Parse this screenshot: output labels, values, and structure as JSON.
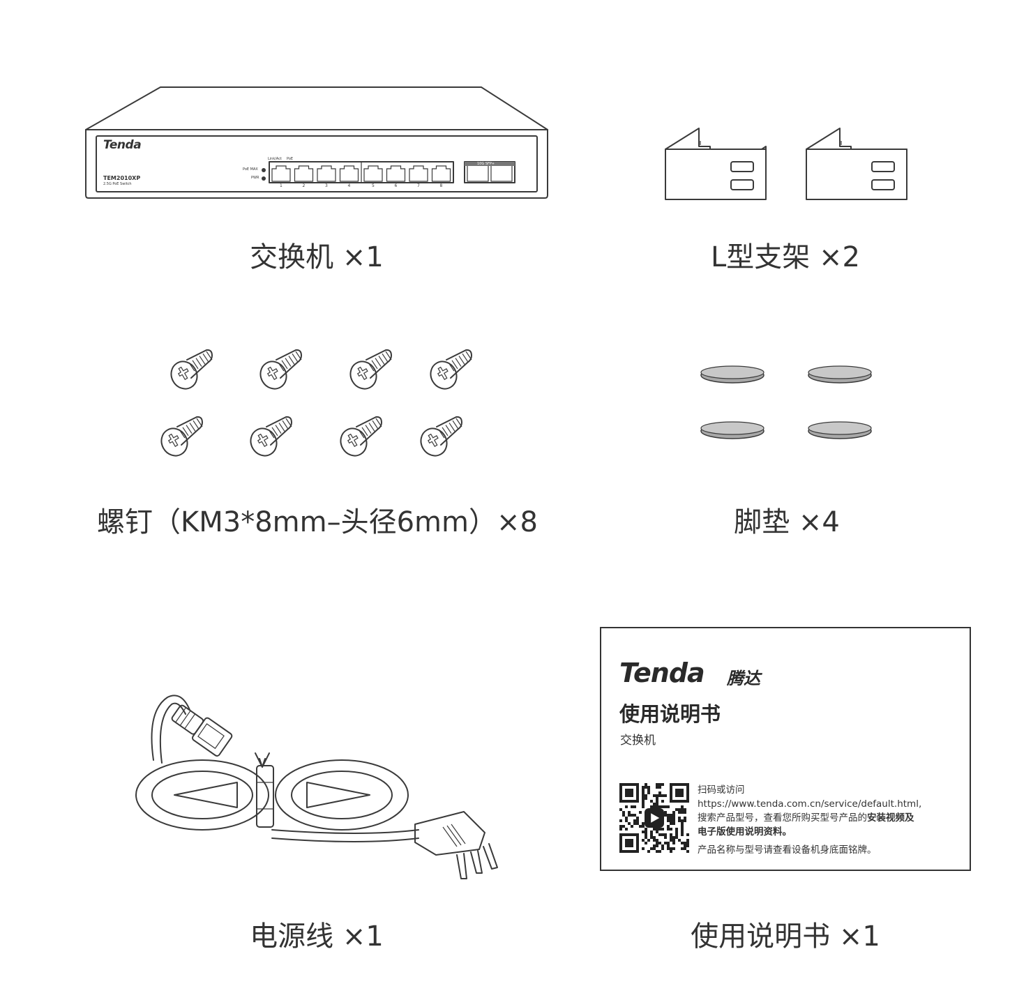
{
  "items": [
    {
      "id": "switch",
      "caption": "交换机 ×1"
    },
    {
      "id": "bracket",
      "caption": "L型支架 ×2"
    },
    {
      "id": "screws",
      "caption": "螺钉（KM3*8mm–头径6mm）×8"
    },
    {
      "id": "feet",
      "caption": "脚垫 ×4"
    },
    {
      "id": "cord",
      "caption": "电源线 ×1"
    },
    {
      "id": "manual",
      "caption": "使用说明书 ×1"
    }
  ],
  "switch": {
    "brand": "Tenda",
    "model": "TEM2010XP",
    "model_sub": "2.5G PoE Switch",
    "led_labels": [
      "PoE MAX",
      "PWR"
    ],
    "port_header": [
      "Link/Act",
      "PoE"
    ],
    "port_numbers": [
      "1",
      "2",
      "3",
      "4",
      "5",
      "6",
      "7",
      "8"
    ],
    "sfp_label": "10G SFP+"
  },
  "manual": {
    "logo": "Tenda",
    "logo_cn": "腾达",
    "title": "使用说明书",
    "subtitle": "交换机",
    "scan": "扫码或访问",
    "url": "https://www.tenda.com.cn/service/default.html,",
    "line3_pre": "搜索产品型号，查看您所购买型号产品的",
    "line3_bold": "安装视频及",
    "line4_bold": "电子版使用说明资料。",
    "note": "产品名称与型号请查看设备机身底面铭牌。"
  }
}
